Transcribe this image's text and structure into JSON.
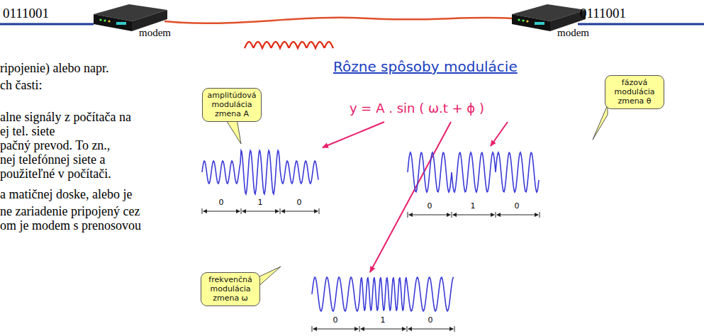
{
  "diagram": {
    "title": "Rôzne spôsoby modulácie",
    "nodes": [
      {
        "text": [
          "amplitúdová modulácia zmena A"
        ]
      },
      {
        "text": [
          "fázová modulácia zmena θ"
        ]
      },
      {
        "text": [
          "frekvenčná modulácia zmena ω"
        ]
      }
    ],
    "labels": [
      "0111001",
      "modem",
      "modem",
      "0111001",
      "ripojenie) alebo napr.",
      "ch časti:",
      "alne signály z počítača na",
      "ej tel. siete",
      "pačný prevod. To zn.,",
      "nej telefónnej siete a",
      "použiteľné v počítači.",
      "a matičnej doske, alebo je",
      "ne zariadenie pripojený cez",
      "om je modem s prenosovou",
      "y = A . sin ( ω.t + ϕ )",
      "0",
      "1",
      "0",
      "0",
      "1",
      "0",
      "0",
      "1",
      "0"
    ]
  }
}
